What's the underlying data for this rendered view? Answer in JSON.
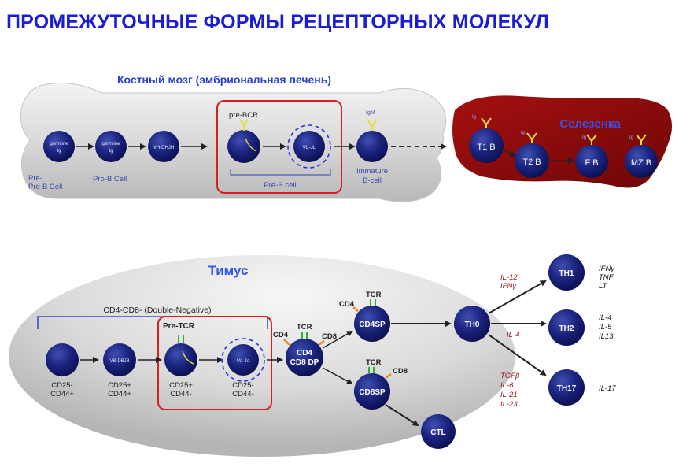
{
  "title": "ПРОМЕЖУТОЧНЫЕ ФОРМЫ РЕЦЕПТОРНЫХ МОЛЕКУЛ",
  "colors": {
    "title": "#1c1cd6",
    "cell": "#1a237e",
    "arrow": "#222222",
    "highlight_box": "#d81e1e",
    "receptor": "#e8e031",
    "cytokine": "#8b1a1a",
    "spleen": "#8b0d0d"
  },
  "bone_marrow": {
    "label": "Костный мозг (эмбриональная печень)",
    "cells": [
      {
        "inner": [
          "germline",
          "Ig"
        ],
        "caption": [
          "Pre-",
          "Pro-B Cell"
        ]
      },
      {
        "inner": [
          "germline",
          "Ig"
        ],
        "caption": [
          "Pro-B Cell"
        ]
      },
      {
        "inner": [
          "VH-DHJH"
        ],
        "caption": []
      },
      {
        "inner": [],
        "caption": [],
        "label": "pre-BCR"
      },
      {
        "inner": [
          "VL-JL"
        ],
        "caption": []
      },
      {
        "inner": [],
        "caption": [
          "Immature",
          "B-cell"
        ],
        "label": "IgM"
      }
    ],
    "preb_label": "Pre-B cell"
  },
  "spleen": {
    "label": "Селезенка",
    "cells": [
      {
        "name": "T1 B",
        "ig": "Ig"
      },
      {
        "name": "T2 B",
        "ig": "Ig"
      },
      {
        "name": "F B",
        "ig": "Ig"
      },
      {
        "name": "MZ B",
        "ig": "Ig"
      }
    ]
  },
  "thymus": {
    "label": "Тимус",
    "dn_label": "CD4-CD8- (Double-Negative)",
    "pre_tcr_label": "Pre-TCR",
    "cells": [
      {
        "inner": "",
        "caption": [
          "CD25-",
          "CD44+"
        ]
      },
      {
        "inner": "VB-DBJB",
        "caption": [
          "CD25+",
          "CD44+"
        ]
      },
      {
        "inner": "",
        "caption": [
          "CD25+",
          "CD44-"
        ]
      },
      {
        "inner": "Va-Ja",
        "caption": [
          "CD25-",
          "CD44-"
        ]
      }
    ],
    "dp": {
      "line1": "CD4",
      "line2": "CD8 DP",
      "cd4": "CD4",
      "tcr": "TCR",
      "cd8": "CD8"
    },
    "cd4sp": {
      "name": "CD4SP",
      "tcr": "TCR",
      "cd4": "CD4"
    },
    "cd8sp": {
      "name": "CD8SP",
      "tcr": "TCR",
      "cd8": "CD8"
    },
    "ctl": "CTL"
  },
  "th": {
    "th0": "TH0",
    "branches": [
      {
        "name": "TH1",
        "inducers": [
          "IL-12",
          "IFNγ"
        ],
        "products": [
          "IFNγ",
          "TNF",
          "LT"
        ]
      },
      {
        "name": "TH2",
        "inducers": [
          "IL-4"
        ],
        "products": [
          "IL-4",
          "IL-5",
          "IL13"
        ]
      },
      {
        "name": "TH17",
        "inducers": [
          "TGFβ",
          "IL-6",
          "IL-21",
          "IL-23"
        ],
        "products": [
          "IL-17"
        ]
      }
    ]
  }
}
